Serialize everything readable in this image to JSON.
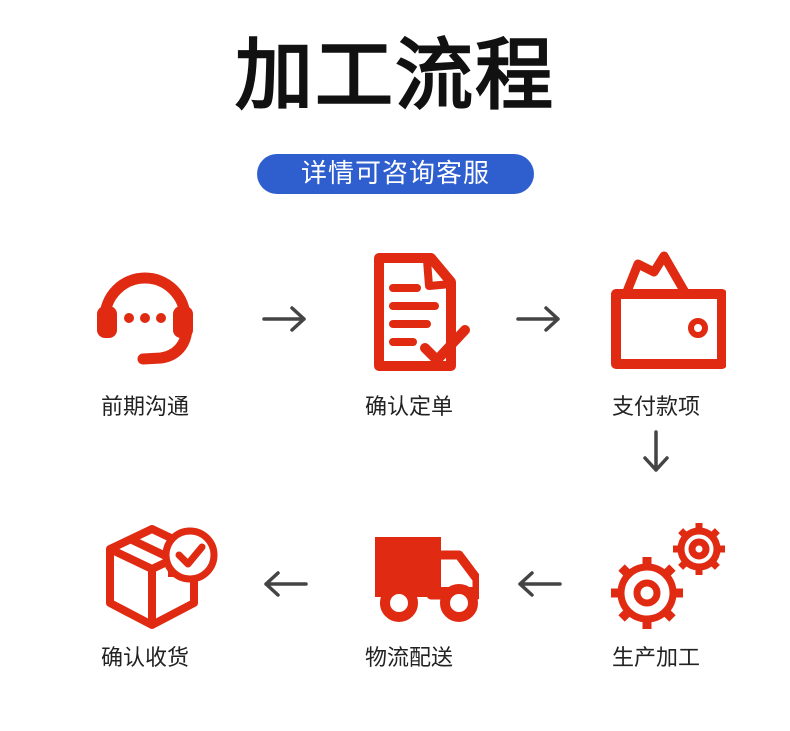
{
  "title": "加工流程",
  "contact_pill": "详情可咨询客服",
  "accent_color": "#e02a12",
  "pill_color": "#2f5fcf",
  "steps": [
    {
      "label": "前期沟通",
      "icon": "headset-icon"
    },
    {
      "label": "确认定单",
      "icon": "document-check-icon"
    },
    {
      "label": "支付款项",
      "icon": "wallet-icon"
    },
    {
      "label": "生产加工",
      "icon": "gears-icon"
    },
    {
      "label": "物流配送",
      "icon": "truck-icon"
    },
    {
      "label": "确认收货",
      "icon": "box-check-icon"
    }
  ]
}
